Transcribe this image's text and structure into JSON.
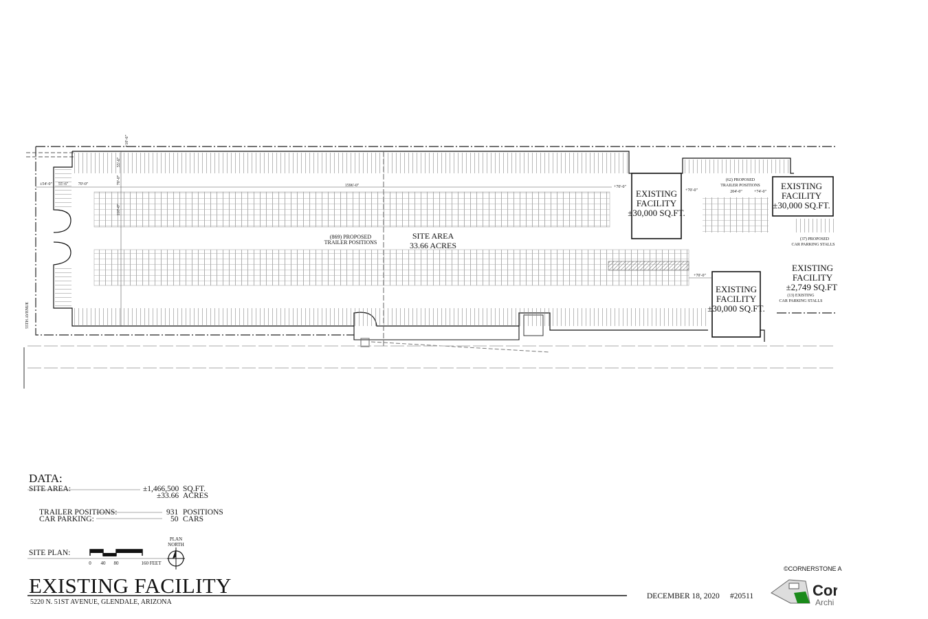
{
  "sheet": {
    "title": "EXISTING FACILITY",
    "address": "5220 N. 51ST AVENUE, GLENDALE, ARIZONA",
    "date": "DECEMBER 18, 2020",
    "project_number": "#20511",
    "copyright": "©CORNERSTONE A",
    "logo_text_1": "Cor",
    "logo_text_2": "Archi"
  },
  "data_table": {
    "heading": "DATA:",
    "site_area_label": "SITE AREA:",
    "site_area_sqft": "±1,466,500",
    "site_area_sqft_unit": "SQ.FT.",
    "site_area_acres": "±33.66",
    "site_area_acres_unit": "ACRES",
    "trailer_label": "TRAILER POSITIONS:",
    "trailer_value": "931",
    "trailer_unit": "POSITIONS",
    "car_label": "CAR PARKING:",
    "car_value": "50",
    "car_unit": "CARS"
  },
  "scale": {
    "label": "SITE PLAN:",
    "ticks": [
      "0",
      "40",
      "80",
      "160 FEET"
    ],
    "north_label_1": "PLAN",
    "north_label_2": "NORTH"
  },
  "plan": {
    "street": "55TH AVENUE",
    "site_area_title": "SITE AREA",
    "site_area_acres": "33.66 ACRES",
    "trailers_main_1": "(869) PROPOSED",
    "trailers_main_2": "TRAILER POSITIONS",
    "trailers_small_1": "(62) PROPOSED",
    "trailers_small_2": "TRAILER POSITIONS",
    "car_proposed_1": "(37) PROPOSED",
    "car_proposed_2": "CAR PARKING STALLS",
    "car_existing_1": "(13) EXISTING",
    "car_existing_2": "CAR PARKING STALLS",
    "buildings": [
      {
        "l1": "EXISTING",
        "l2": "FACILITY",
        "area": "±30,000 SQ.FT."
      },
      {
        "l1": "EXISTING",
        "l2": "FACILITY",
        "area": "±30,000 SQ.FT."
      },
      {
        "l1": "EXISTING",
        "l2": "FACILITY",
        "area": "±30,000 SQ.FT."
      },
      {
        "l1": "EXISTING",
        "l2": "FACILITY",
        "area": "±2,749 SQ.FT."
      }
    ],
    "dims": {
      "d54": "±54'-0\"",
      "d55": "55'-6\"",
      "d70a": "70'-0\"",
      "d1596": "1596'-0\"",
      "d70v": "70'-0\"",
      "d110": "110'-0\"",
      "d556": "55'-6\"",
      "d10": "+10'-6\"",
      "p70a": "+70'-0\"",
      "p70b": "+70'-0\"",
      "d204": "204'-0\"",
      "p74": "+74'-0\"",
      "p70c": "+70'-0\""
    }
  }
}
